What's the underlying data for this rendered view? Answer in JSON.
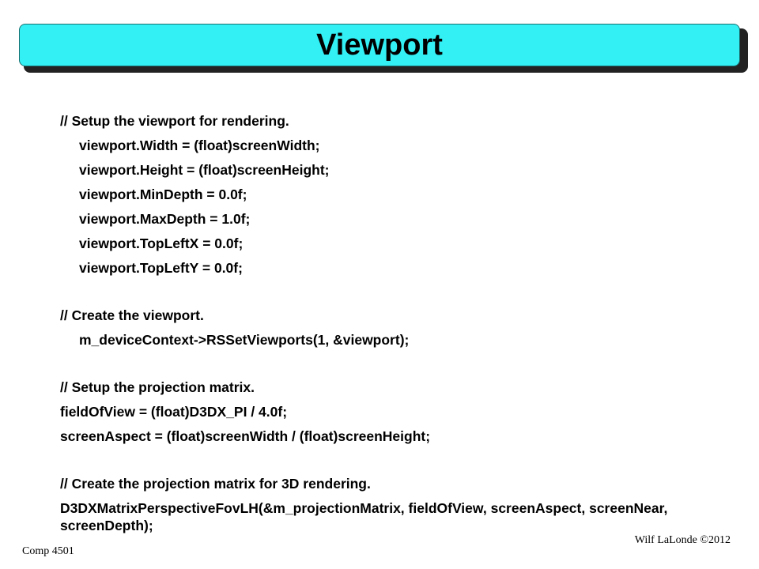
{
  "slide": {
    "title": "Viewport",
    "lines": [
      "// Setup the viewport for rendering.",
      "viewport.Width = (float)screenWidth;",
      "viewport.Height = (float)screenHeight;",
      "viewport.MinDepth = 0.0f;",
      "viewport.MaxDepth = 1.0f;",
      "viewport.TopLeftX = 0.0f;",
      "viewport.TopLeftY = 0.0f;",
      "// Create the viewport.",
      "m_deviceContext->RSSetViewports(1, &viewport);",
      "// Setup the projection matrix.",
      "fieldOfView = (float)D3DX_PI / 4.0f;",
      "screenAspect = (float)screenWidth / (float)screenHeight;",
      "// Create the projection matrix for 3D rendering.",
      "D3DXMatrixPerspectiveFovLH(&m_projectionMatrix, fieldOfView, screenAspect, screenNear, screenDepth);"
    ],
    "footer_left": "Comp 4501",
    "footer_right": "Wilf LaLonde ©2012"
  }
}
